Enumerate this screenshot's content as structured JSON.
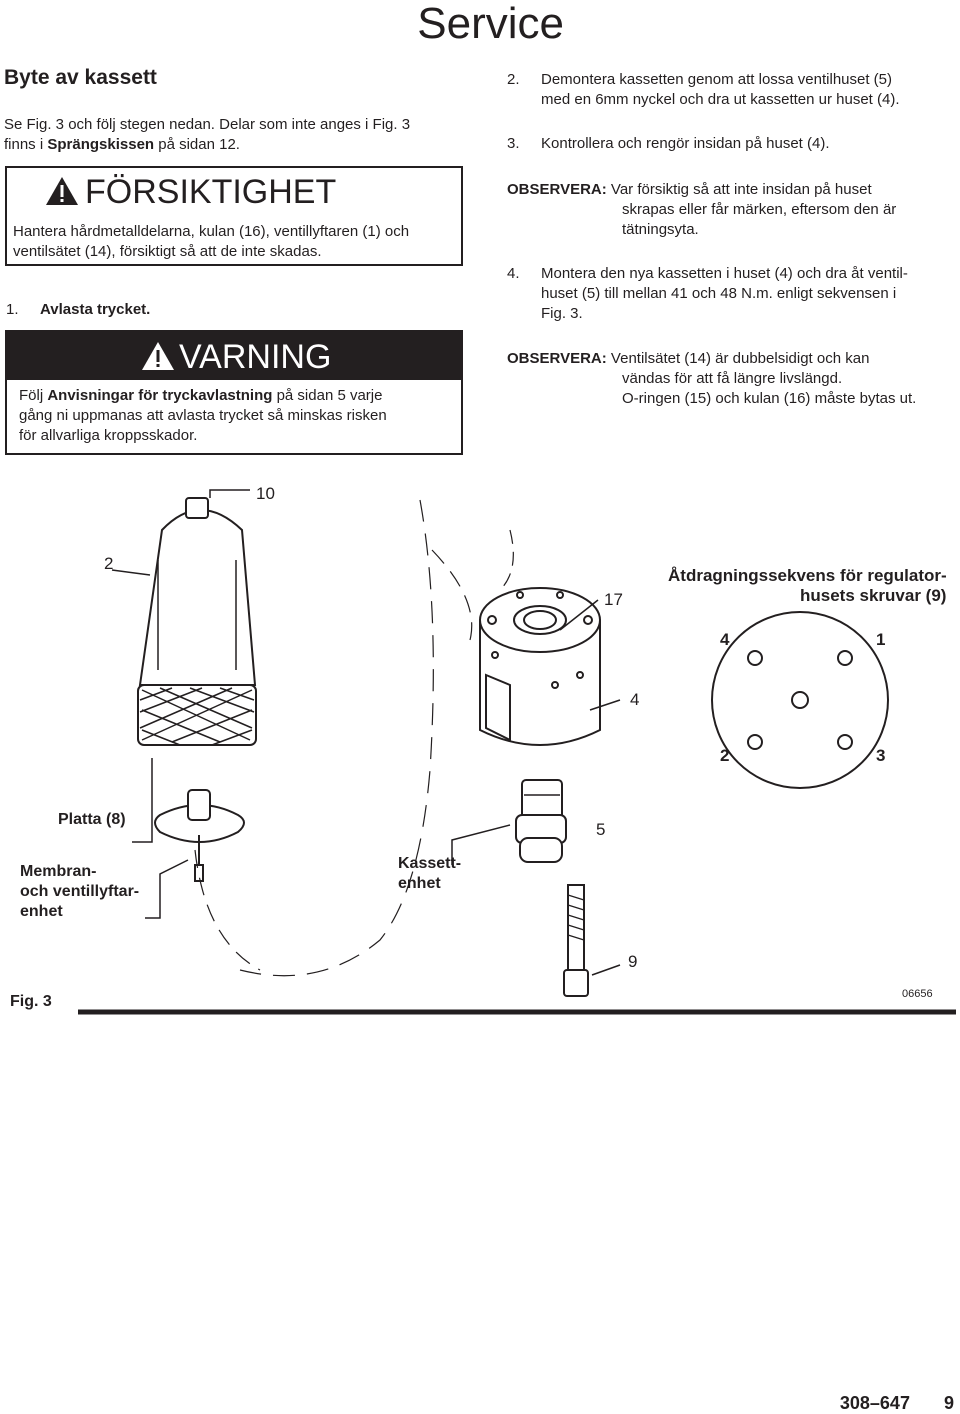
{
  "page_title": "Service",
  "left": {
    "heading": "Byte av kassett",
    "intro_1": "Se Fig. 3 och följ stegen nedan. Delar som inte anges i Fig. 3",
    "intro_2a": "finns i ",
    "intro_2b": "Sprängskissen",
    "intro_2c": " på sidan 12.",
    "caution_title": "FÖRSIKTIGHET",
    "caution_line1": "Hantera hårdmetalldelarna, kulan (16), ventillyftaren (1) och",
    "caution_line2": "ventilsätet (14), försiktigt så att de inte skadas.",
    "step1_num": "1.",
    "step1_text": "Avlasta trycket.",
    "warning_title": "VARNING",
    "warning_line1a": "Följ ",
    "warning_line1b": "Anvisningar för tryckavlastning",
    "warning_line1c": " på sidan 5 varje",
    "warning_line2": "gång ni uppmanas att avlasta trycket så minskas risken",
    "warning_line3": "för allvarliga kroppsskador."
  },
  "right": {
    "step2_num": "2.",
    "step2_line1": "Demontera kassetten genom att lossa ventilhuset (5)",
    "step2_line2": "med en 6mm nyckel och dra ut kassetten ur huset (4).",
    "step3_num": "3.",
    "step3_line1": "Kontrollera och rengör insidan på huset (4).",
    "obs1_label": "OBSERVERA:",
    "obs1_line1": "Var försiktig så att inte insidan på huset",
    "obs1_line2": "skrapas eller får märken, eftersom den är",
    "obs1_line3": "tätningsyta.",
    "step4_num": "4.",
    "step4_line1": "Montera den nya kassetten i huset (4) och dra åt ventil-",
    "step4_line2": "huset (5) till mellan 41 och 48 N.m. enligt sekvensen i",
    "step4_line3": "Fig. 3.",
    "obs2_label": "OBSERVERA:",
    "obs2_line1": "Ventilsätet (14) är dubbelsidigt och kan",
    "obs2_line2": "vändas för att få längre livslängd.",
    "obs2_line3": "O-ringen (15) och kulan (16) måste bytas ut."
  },
  "figure": {
    "label_10": "10",
    "label_2": "2",
    "label_17": "17",
    "label_4": "4",
    "label_5": "5",
    "label_9": "9",
    "seq_title_1": "Åtdragningssekvens för regulator-",
    "seq_title_2": "husets skruvar (9)",
    "seq_4": "4",
    "seq_1": "1",
    "seq_2": "2",
    "seq_3": "3",
    "platta": "Platta (8)",
    "membran_1": "Membran-",
    "membran_2": "och ventillyftar-",
    "membran_3": "enhet",
    "kassett_1": "Kassett-",
    "kassett_2": "enhet",
    "fig_label": "Fig. 3",
    "code": "06656"
  },
  "footer": {
    "doc": "308–647",
    "page": "9"
  }
}
